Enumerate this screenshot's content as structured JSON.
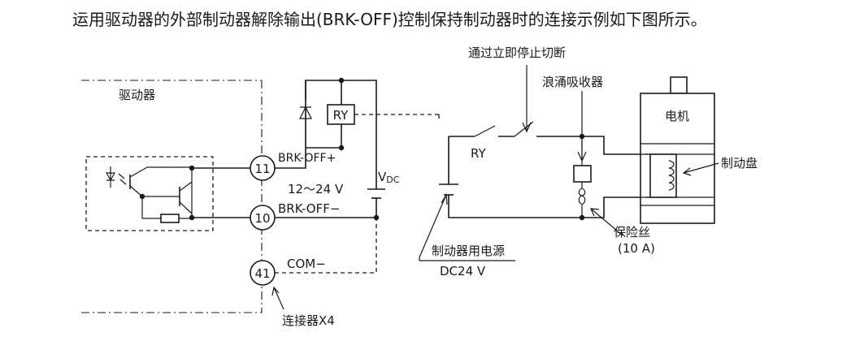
{
  "heading": "运用驱动器的外部制动器解除输出(BRK-OFF)控制保持制动器时的连接示例如下图所示。",
  "labels": {
    "driver": "驱动器",
    "relay_box": "RY",
    "relay_contact": "RY",
    "pin11": "11",
    "pin10": "10",
    "pin41": "41",
    "brk_off_plus": "BRK-OFF+",
    "brk_off_minus": "BRK-OFF−",
    "com_minus": "COM−",
    "supply_voltage": "12～24 V",
    "vdc_main": "V",
    "vdc_sub": "DC",
    "emergency_stop": "通过立即停止切断",
    "surge_absorber": "浪涌吸收器",
    "motor": "电机",
    "brake_disc": "制动盘",
    "fuse": "保险丝",
    "fuse_rating": "(10 A)",
    "brake_power": "制动器用电源",
    "brake_power_voltage": "DC24 V",
    "connector": "连接器X4"
  }
}
